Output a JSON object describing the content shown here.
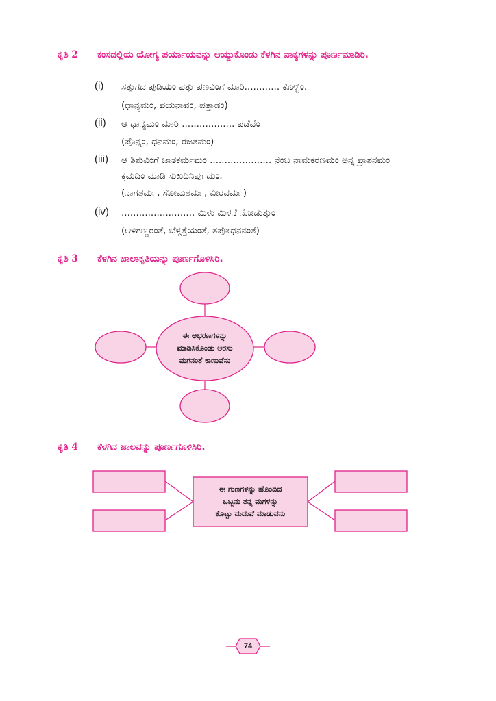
{
  "colors": {
    "accent": "#e0218a",
    "fill": "#f9d3e6",
    "stroke": "#e0218a"
  },
  "task2": {
    "number": "ಕೃತಿ 2",
    "instruction": "ಕಂಸದಲ್ಲಿಯ ಯೋಗ್ಯ ಪರ್ಯಾಯವನ್ನು ಆಯ್ದುಕೊಂಡು ಕೆಳಗಿನ ವಾಕ್ಯಗಳನ್ನು ಪೂರ್ಣಮಾಡಿರಿ.",
    "items": [
      {
        "label": "(i)",
        "line1": "ಸತ್ತುಗದ ಪುಡಿಯಂ ಪತ್ತು ಪಣವಿಂಗೆ ಮಾರಿ............ ಕೊಳ್ವೆಂ.",
        "line2": "",
        "options": "(ಧಾನ್ಯಮಂ, ಪಯನಾವಂ, ಪತ್ತಾಡಂ)"
      },
      {
        "label": "(ii)",
        "line1": "ಆ ಧಾನ್ಯಮಂ ಮಾರಿ .................. ಪಡೆವೆಂ",
        "line2": "",
        "options": "(ಪೊನ್ನಂ, ಧನಮಂ, ರಜತಮಂ)"
      },
      {
        "label": "(iii)",
        "line1": "ಆ ಶಿಶುವಿಂಗೆ ಜಾತಕರ್ಮಮಂ ..................... ನೆಂಬ ನಾಮಕರಣಮಂ ಅನ್ನ ಪ್ರಾಶನಮಂ",
        "line2": "ಕ್ರಮದಿಂ ಮಾಡಿ ಸುಖದಿನಿರ್ಪುದುಂ.",
        "options": "(ನಾಗಶರ್ಮ, ಸೋಮಶರ್ಮ, ವೀರವರ್ಮ)"
      },
      {
        "label": "(iv)",
        "line1": "......................... ಮಿಳು ಮಿಳನೆ ನೋಡುತ್ತುಂ",
        "line2": "",
        "options": "(ಆಳಿಗಣ್ಣರಂತೆ, ಬೆಳ್ಗತ್ತೆಯಂತೆ, ತಪೋಧನನಂತೆ)"
      }
    ]
  },
  "task3": {
    "number": "ಕೃತಿ 3",
    "instruction": "ಕೆಳಗಿನ ಜಾಲಾಕೃತಿಯನ್ನು ಪೂರ್ಣಗೊಳಿಸಿರಿ.",
    "center_text": "ಈ ಆಭರಣಗಳನ್ನು\nಮಾಡಿಸಿಕೊಂಡು ಅರಸು\nಮಗನಂತೆ ಕಾಣುವೆನು"
  },
  "task4": {
    "number": "ಕೃತಿ 4",
    "instruction": "ಕೆಳಗಿನ ಜಾಲವನ್ನು ಪೂರ್ಣಗೊಳಿಸಿರಿ.",
    "center_text": "ಈ ಗುಣಗಳನ್ನು ಹೊಂದಿದ\nಒಬ್ಬನು ತನ್ನ ಮಗಳನ್ನು\nಕೊಟ್ಟು ಮದುವೆ ಮಾಡುವನು"
  },
  "page_number": "74"
}
